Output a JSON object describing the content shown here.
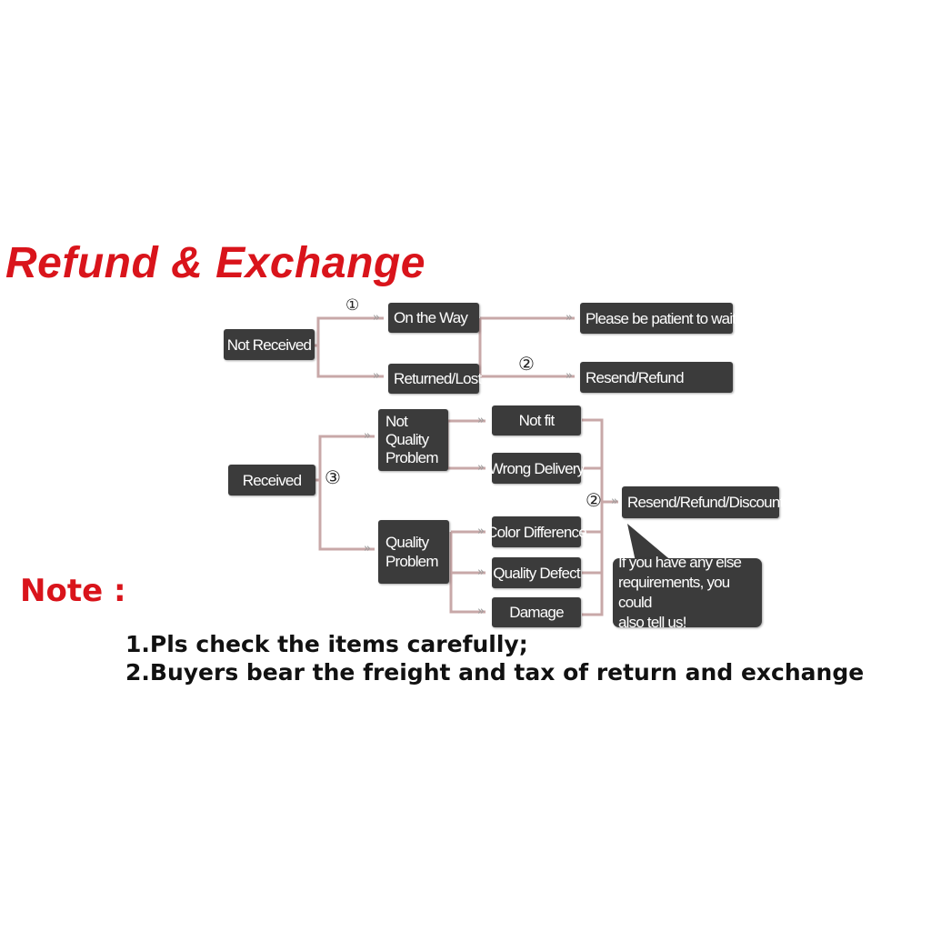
{
  "title": "Refund & Exchange",
  "flow": {
    "not_received": "Not Received",
    "on_the_way": "On the Way",
    "returned_lost": "Returned/Lost",
    "please_wait": "Please be patient to wait",
    "resend_refund": "Resend/Refund",
    "received": "Received",
    "not_quality_problem": "Not\nQuality\nProblem",
    "quality_problem": "Quality\nProblem",
    "not_fit": "Not fit",
    "wrong_delivery": "Wrong Delivery",
    "color_difference": "Color Difference",
    "quality_defect": "Quality Defect",
    "damage": "Damage",
    "resend_refund_discount": "Resend/Refund/Discount",
    "else_requirements": "If you have any else\nrequirements, you could\nalso tell us!",
    "marker_1": "①",
    "marker_2": "②",
    "marker_3": "③"
  },
  "note": {
    "title": "Note :",
    "line1": "1.Pls check the items carefully;",
    "line2": "2.Buyers bear the freight and tax of return and exchange"
  }
}
